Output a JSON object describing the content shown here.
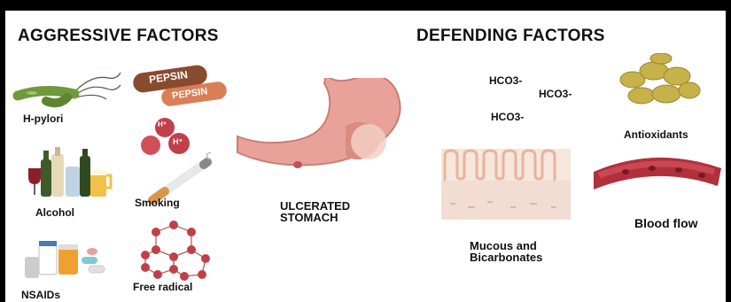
{
  "headers": {
    "aggressive": "AGGRESSIVE FACTORS",
    "defending": "DEFENDING FACTORS"
  },
  "aggressive_factors": {
    "h_pylori": "H-pylori",
    "pepsin_1": "PEPSIN",
    "pepsin_2": "PEPSIN",
    "hplus_1": "H⁺",
    "hplus_2": "H⁺",
    "alcohol": "Alcohol",
    "smoking": "Smoking",
    "nsaids": "NSAIDs",
    "free_radical": "Free radical"
  },
  "center": {
    "line1": "ULCERATED",
    "line2": "STOMACH"
  },
  "defending_factors": {
    "hco3_1": "HCO3-",
    "hco3_2": "HCO3-",
    "hco3_3": "HCO3-",
    "antioxidants": "Antioxidants",
    "mucous_line1": "Mucous and",
    "mucous_line2": "Bicarbonates",
    "blood_flow": "Blood flow"
  },
  "colors": {
    "stomach": "#e9a29a",
    "ulcer": "#d98c80",
    "pepsin_pill": "#8a4a2e",
    "pepsin_pill_2": "#d97f56",
    "bacteria": "#6f9a3c",
    "radical": "#c0404a",
    "antioxidant": "#c7b24a",
    "vessel": "#b0303c"
  }
}
